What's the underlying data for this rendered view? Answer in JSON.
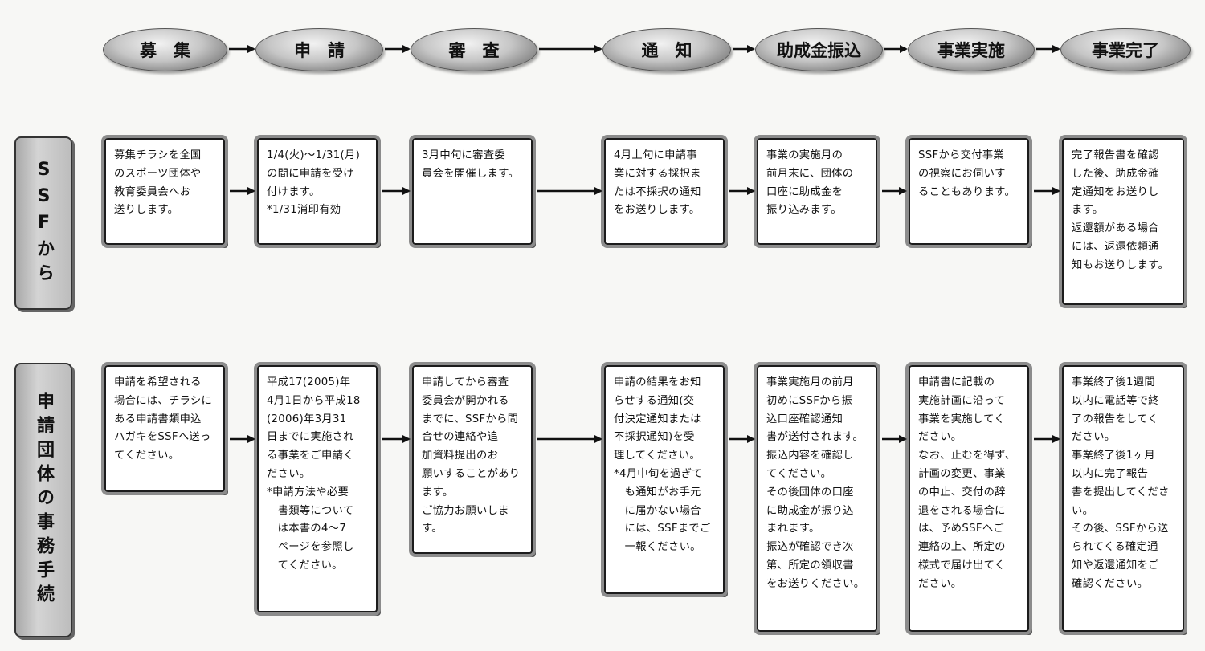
{
  "stages": [
    "募　集",
    "申　請",
    "審　査",
    "通　知",
    "助成金振込",
    "事業実施",
    "事業完了"
  ],
  "sides": {
    "ssf": "SSFから",
    "applicant": "申請団体の事務手続"
  },
  "ssf_boxes": [
    "募集チラシを全国\nのスポーツ団体や\n教育委員会へお\n送りします。",
    "1/4(火)〜1/31(月)\nの間に申請を受け\n付けます。\n*1/31消印有効",
    "3月中旬に審査委\n員会を開催します。",
    "4月上旬に申請事\n業に対する採択ま\nたは不採択の通知\nをお送りします。",
    "事業の実施月の\n前月末に、団体の\n口座に助成金を\n振り込みます。",
    "SSFから交付事業\nの視察にお伺いす\nることもあります。",
    "完了報告書を確認\nした後、助成金確\n定通知をお送りし\nます。\n返還額がある場合\nには、返還依頼通\n知もお送りします。"
  ],
  "applicant_boxes": [
    "申請を希望される\n場合には、チラシに\nある申請書類申込\nハガキをSSFへ送っ\nてください。",
    "平成17(2005)年\n4月1日から平成18\n(2006)年3月31\n日までに実施され\nる事業をご申請く\nださい。\n*申請方法や必要\n　書類等について\n　は本書の4〜7\n　ページを参照し\n　てください。",
    "申請してから審査\n委員会が開かれる\nまでに、SSFから問\n合せの連絡や追\n加資料提出のお\n願いすることがあり\nます。\nご協力お願いします。",
    "申請の結果をお知\nらせする通知(交\n付決定通知または\n不採択通知)を受\n理してください。\n*4月中旬を過ぎて\n　も通知がお手元\n　に届かない場合\n　には、SSFまでご\n　一報ください。",
    "事業実施月の前月\n初めにSSFから振\n込口座確認通知\n書が送付されます。\n振込内容を確認し\nてください。\nその後団体の口座\nに助成金が振り込\nまれます。\n振込が確認でき次\n第、所定の領収書\nをお送りください。",
    "申請書に記載の\n実施計画に沿って\n事業を実施してく\nださい。\nなお、止むを得ず、\n計画の変更、事業\nの中止、交付の辞\n退をされる場合に\nは、予めSSFへご\n連絡の上、所定の\n様式で届け出てく\nださい。",
    "事業終了後1週間\n以内に電話等で終\n了の報告をしてく\nださい。\n事業終了後1ヶ月\n以内に完了報告\n書を提出してくださ\nい。\nその後、SSFから送\nられてくる確定通\n知や返還通知をご\n確認ください。"
  ]
}
